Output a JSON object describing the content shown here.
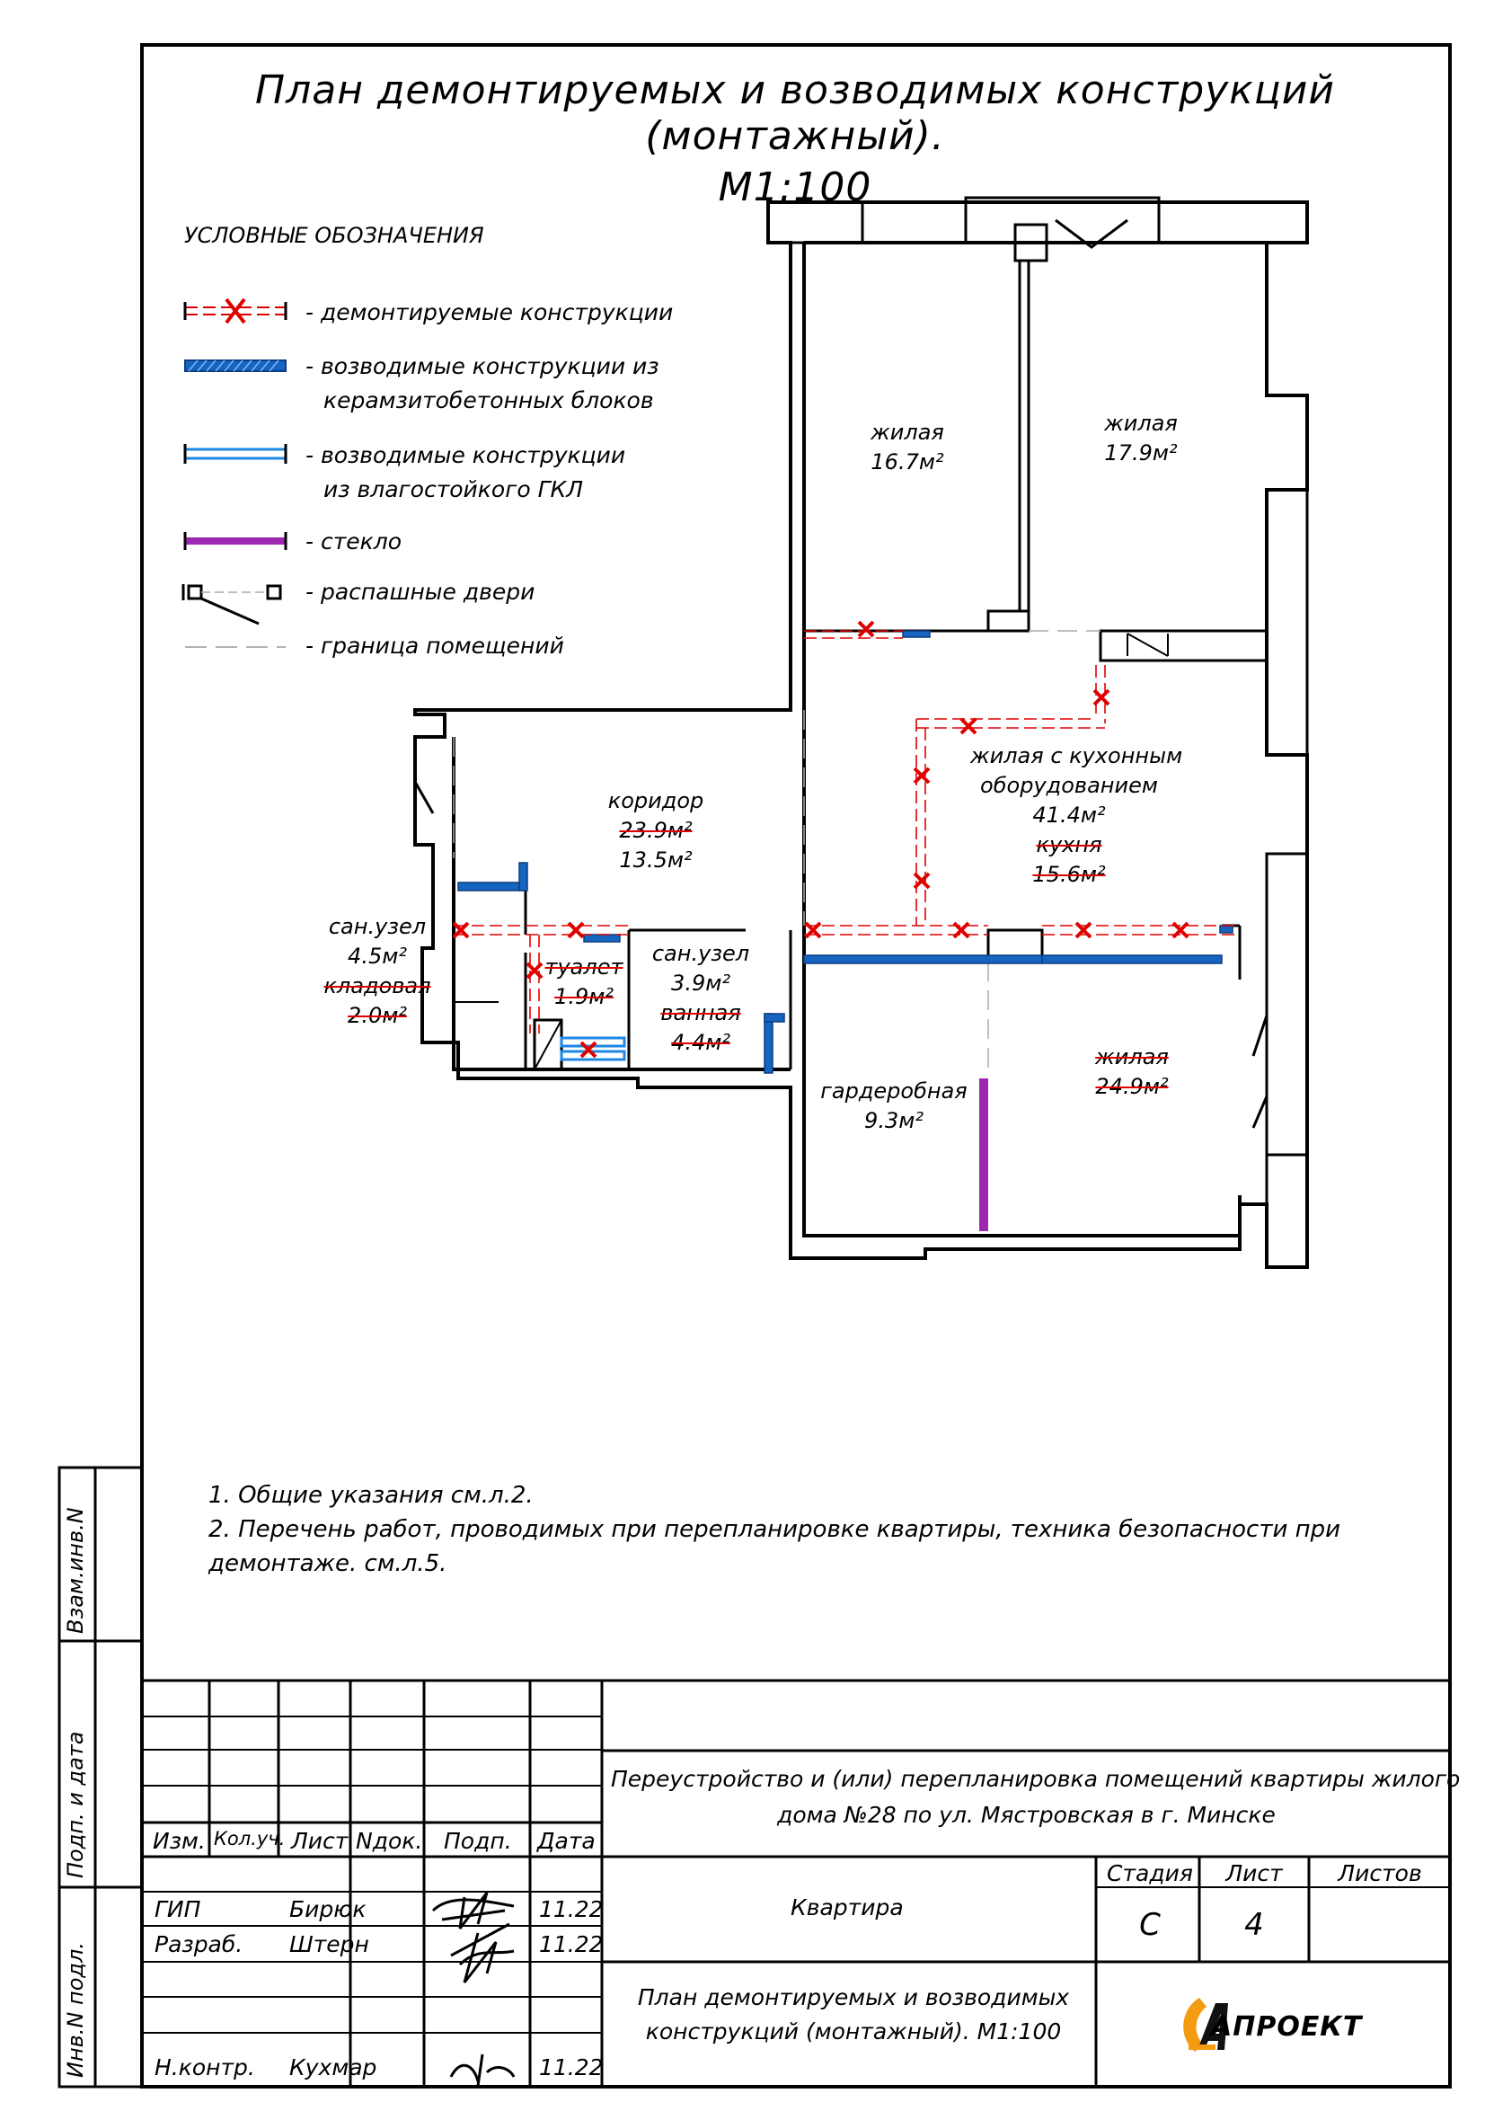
{
  "title": {
    "line1": "План демонтируемых и возводимых конструкций (монтажный).",
    "line2": "М1:100"
  },
  "legend": {
    "heading": "УСЛОВНЫЕ ОБОЗНАЧЕНИЯ",
    "items": [
      {
        "symbol": "demolish",
        "line1": "- демонтируемые конструкции",
        "line2": ""
      },
      {
        "symbol": "block-wall",
        "line1": "- возводимые конструкции из",
        "line2": "керамзитобетонных блоков"
      },
      {
        "symbol": "gkl-wall",
        "line1": "- возводимые конструкции",
        "line2": "из влагостойкого ГКЛ"
      },
      {
        "symbol": "glass",
        "line1": "- стекло",
        "line2": ""
      },
      {
        "symbol": "door",
        "line1": "- распашные двери",
        "line2": ""
      },
      {
        "symbol": "boundary",
        "line1": "- граница помещений",
        "line2": ""
      }
    ]
  },
  "rooms": {
    "living1": {
      "name": "жилая",
      "area": "16.7м²"
    },
    "living2": {
      "name": "жилая",
      "area": "17.9м²"
    },
    "corridor": {
      "name": "коридор",
      "old_area": "23.9м²",
      "new_area": "13.5м²"
    },
    "kitchen_living": {
      "name1": "жилая с кухонным",
      "name2": "оборудованием",
      "area": "41.4м²",
      "old_name": "кухня",
      "old_area": "15.6м²"
    },
    "bath1": {
      "name": "сан.узел",
      "area": "4.5м²",
      "old_name": "кладовая",
      "old_area": "2.0м²"
    },
    "toilet": {
      "old_name": "туалет",
      "old_area": "1.9м²"
    },
    "bath2": {
      "name": "сан.узел",
      "area": "3.9м²",
      "old_name": "ванная",
      "old_area": "4.4м²"
    },
    "wardrobe": {
      "name": "гардеробная",
      "area": "9.3м²"
    },
    "old_living": {
      "old_name": "жилая",
      "old_area": "24.9м²"
    }
  },
  "notes": [
    "1. Общие указания см.л.2.",
    "2. Перечень работ, проводимых при перепланировке квартиры, техника безопасности при",
    "демонтаже. см.л.5."
  ],
  "side_stamps": [
    "Взам.инв.N",
    "Подп. и дата",
    "Инв.N подл."
  ],
  "stamp": {
    "headers": [
      "Изм.",
      "Кол.уч.",
      "Лист",
      "Nдок.",
      "Подп.",
      "Дата"
    ],
    "rows": [
      {
        "role": "ГИП",
        "name": "Бирюк",
        "date": "11.22"
      },
      {
        "role": "Разраб.",
        "name": "Штерн",
        "date": "11.22"
      },
      {
        "role": "Н.контр.",
        "name": "Кухмар",
        "date": "11.22"
      }
    ],
    "project_line1": "Переустройство и (или) перепланировка помещений квартиры жилого",
    "project_line2": "дома №28 по ул. Мястровская в г. Минске",
    "object": "Квартира",
    "stage_label": "Стадия",
    "sheet_label": "Лист",
    "sheets_label": "Листов",
    "stage": "С",
    "sheet": "4",
    "sheets": "",
    "drawing_line1": "План демонтируемых и возводимых",
    "drawing_line2": "конструкций (монтажный). М1:100",
    "logo": "АПРОЕКТ"
  },
  "colors": {
    "demolish": "#e00000",
    "block": "#1565c0",
    "gkl": "#1e88e5",
    "glass": "#9c27b0",
    "wall": "#000000"
  }
}
